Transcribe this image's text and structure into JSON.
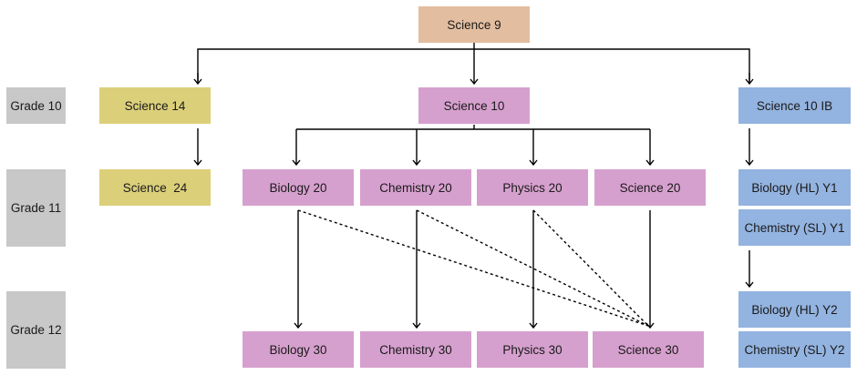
{
  "grades": {
    "g10": "Grade 10",
    "g11": "Grade 11",
    "g12": "Grade 12"
  },
  "courses": {
    "science_9": "Science 9",
    "science_14": "Science 14",
    "science_10": "Science 10",
    "science_10_ib": "Science 10 IB",
    "science_24": "Science  24",
    "biology_20": "Biology 20",
    "chemistry_20": "Chemistry 20",
    "physics_20": "Physics 20",
    "science_20": "Science 20",
    "biology_hl_y1": "Biology (HL) Y1",
    "chemistry_sl_y1": "Chemistry (SL) Y1",
    "biology_30": "Biology 30",
    "chemistry_30": "Chemistry 30",
    "physics_30": "Physics 30",
    "science_30": "Science 30",
    "biology_hl_y2": "Biology (HL) Y2",
    "chemistry_sl_y2": "Chemistry (SL) Y2"
  },
  "colors": {
    "grade": "#c8c8c8",
    "science_9": "#e3bd9f",
    "knowledge_and_employability": "#dccf7a",
    "academic": "#d6a0ce",
    "ib": "#93b3e0",
    "connector": "#000000"
  }
}
